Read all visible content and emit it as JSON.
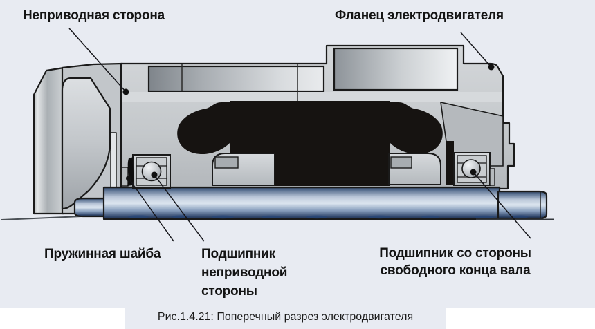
{
  "figure": {
    "caption": "Рис.1.4.21: Поперечный разрез электродвигателя",
    "labels": {
      "non_drive_side": "Неприводная сторона",
      "motor_flange": "Фланец электродвигателя",
      "spring_washer": "Пружинная шайба",
      "non_drive_bearing": "Подшипник неприводной стороны",
      "free_end_bearing": "Подшипник со стороны свободного конца вала"
    },
    "colors": {
      "figure_background": "#e8ebf2",
      "page_background": "#ffffff",
      "outline": "#1a1a1a",
      "metal_light": "#e3e6e8",
      "metal_mid": "#c3c7ca",
      "metal_dark": "#8c9298",
      "rotor_black": "#161311",
      "shaft_blue_light": "#dde6f0",
      "shaft_blue_dark": "#1c2e4c",
      "label_text": "#141414"
    }
  }
}
